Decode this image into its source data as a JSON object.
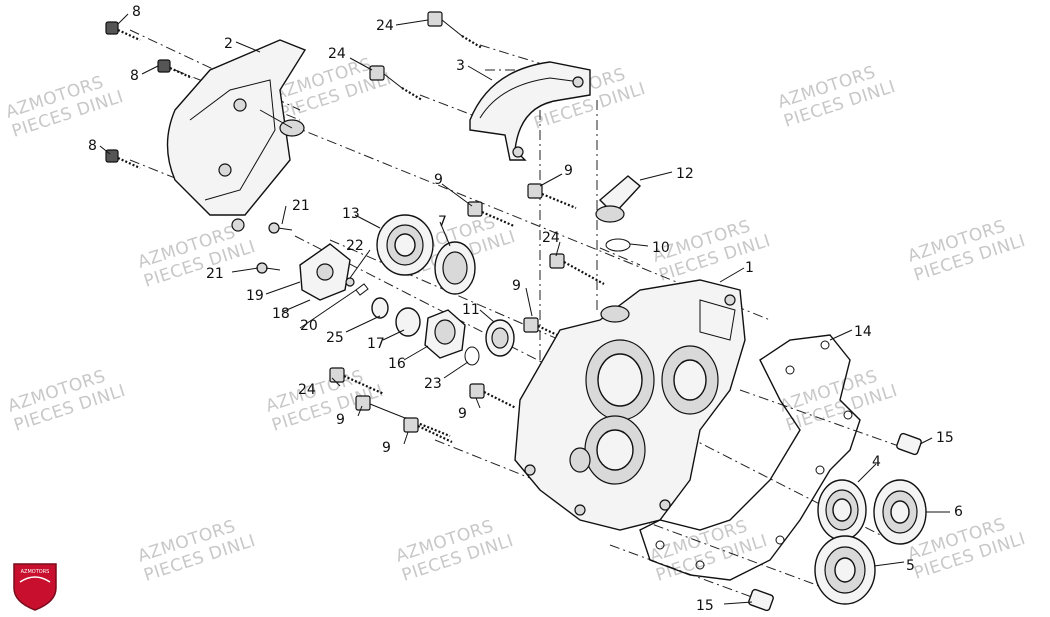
{
  "watermark": {
    "line1": "AZMOTORS",
    "line2": "PIECES DINLI"
  },
  "logo": {
    "text": "AZMOTORS",
    "color": "#c8102e"
  },
  "callouts": {
    "c1": "1",
    "c2": "2",
    "c3": "3",
    "c4": "4",
    "c5": "5",
    "c6": "6",
    "c7": "7",
    "c8a": "8",
    "c8b": "8",
    "c8c": "8",
    "c9a": "9",
    "c9b": "9",
    "c9c": "9",
    "c9d": "9",
    "c9e": "9",
    "c9f": "9",
    "c10": "10",
    "c11": "11",
    "c12": "12",
    "c13": "13",
    "c14": "14",
    "c15a": "15",
    "c15b": "15",
    "c16": "16",
    "c17": "17",
    "c18": "18",
    "c19": "19",
    "c20": "20",
    "c21a": "21",
    "c21b": "21",
    "c22": "22",
    "c23": "23",
    "c24a": "24",
    "c24b": "24",
    "c24c": "24",
    "c24d": "24",
    "c25": "25"
  }
}
